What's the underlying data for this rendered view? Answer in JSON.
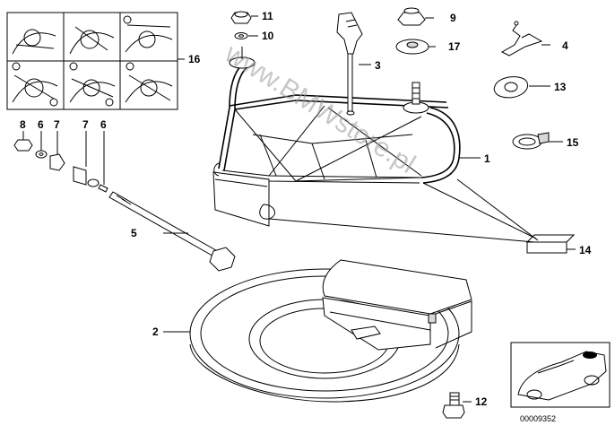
{
  "diagram": {
    "callouts": [
      "1",
      "2",
      "3",
      "4",
      "5",
      "6",
      "6",
      "7",
      "7",
      "8",
      "9",
      "10",
      "11",
      "12",
      "13",
      "14",
      "15",
      "16",
      "17"
    ],
    "watermark": "www.BMWstore.pl",
    "image_code": "00009352"
  }
}
